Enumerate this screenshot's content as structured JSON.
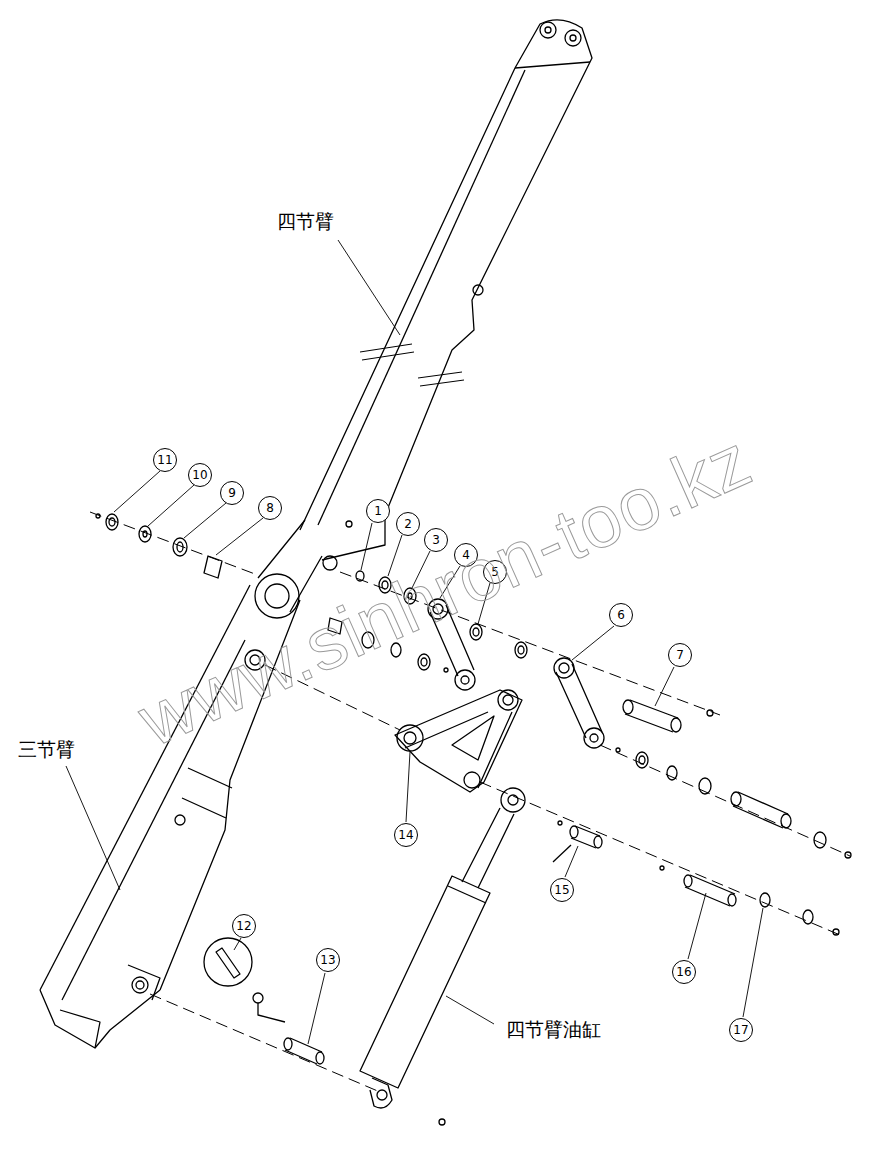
{
  "diagram": {
    "labels": [
      "四节臂",
      "11",
      "10",
      "9",
      "8",
      "1",
      "2",
      "3",
      "4",
      "5",
      "6",
      "7",
      "三节臂",
      "14",
      "15",
      "12",
      "13",
      "16",
      "17",
      "四节臂油缸",
      "www.sinhron-too.kz"
    ]
  }
}
